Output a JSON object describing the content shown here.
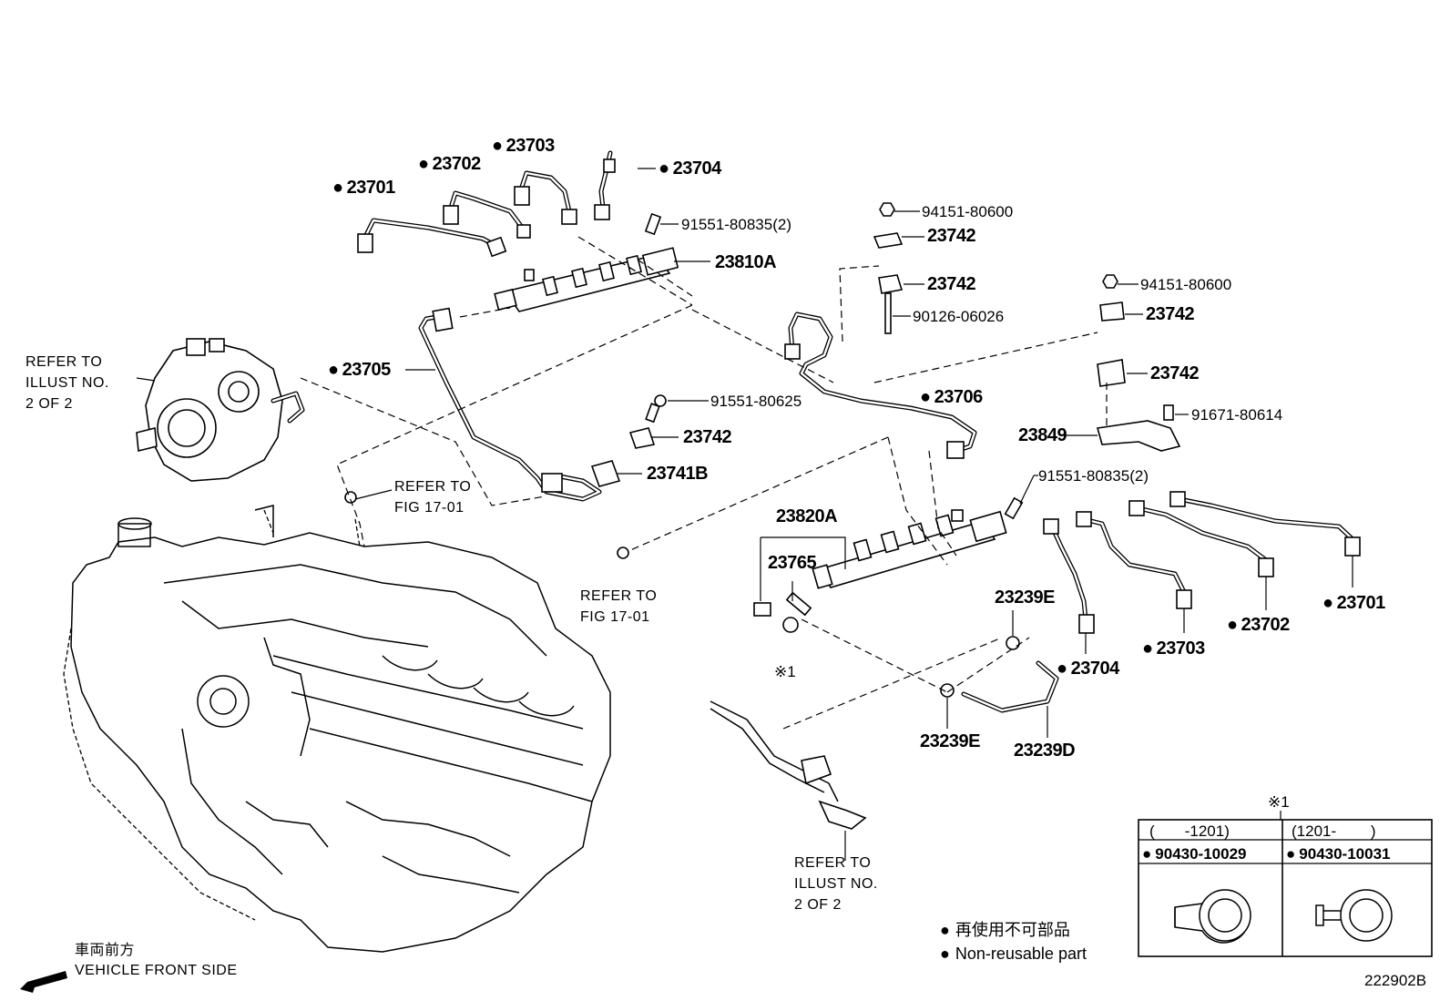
{
  "bullet": "●",
  "callouts": {
    "p23701_top": "23701",
    "p23702_top": "23702",
    "p23703_top": "23703",
    "p23704_top": "23704",
    "p91551_80835_top": "91551-80835(2)",
    "p23810A": "23810A",
    "p23705": "23705",
    "p91551_80625": "91551-80625",
    "p23742_mid": "23742",
    "p23741B": "23741B",
    "p94151_80600_a": "94151-80600",
    "p23742_a": "23742",
    "p23742_b": "23742",
    "p90126_06026": "90126-06026",
    "p94151_80600_b": "94151-80600",
    "p23742_c": "23742",
    "p23742_d": "23742",
    "p23706": "23706",
    "p23849": "23849",
    "p91671_80614": "91671-80614",
    "p91551_80835_bot": "91551-80835(2)",
    "p23820A": "23820A",
    "p23765": "23765",
    "p23239E_a": "23239E",
    "p23239E_b": "23239E",
    "p23239D": "23239D",
    "p23701_bot": "23701",
    "p23702_bot": "23702",
    "p23703_bot": "23703",
    "p23704_bot": "23704",
    "note_mark": "※1"
  },
  "references": {
    "pump_ref": [
      "REFER TO",
      "ILLUST NO.",
      "2 OF 2"
    ],
    "fig_ref_1": [
      "REFER TO",
      "FIG 17-01"
    ],
    "fig_ref_2": [
      "REFER TO",
      "FIG 17-01"
    ],
    "bottom_ref": [
      "REFER TO",
      "ILLUST NO.",
      "2 OF 2"
    ]
  },
  "table": {
    "mark": "※1",
    "col1_header": "(       -1201)",
    "col2_header": "(1201-        )",
    "col1_part": "90430-10029",
    "col2_part": "90430-10031"
  },
  "legend": {
    "line_jp": "再使用不可部品",
    "line_en": "Non-reusable part"
  },
  "direction": {
    "label_jp": "車両前方",
    "label_en": "VEHICLE FRONT SIDE"
  },
  "figure_id": "222902B"
}
